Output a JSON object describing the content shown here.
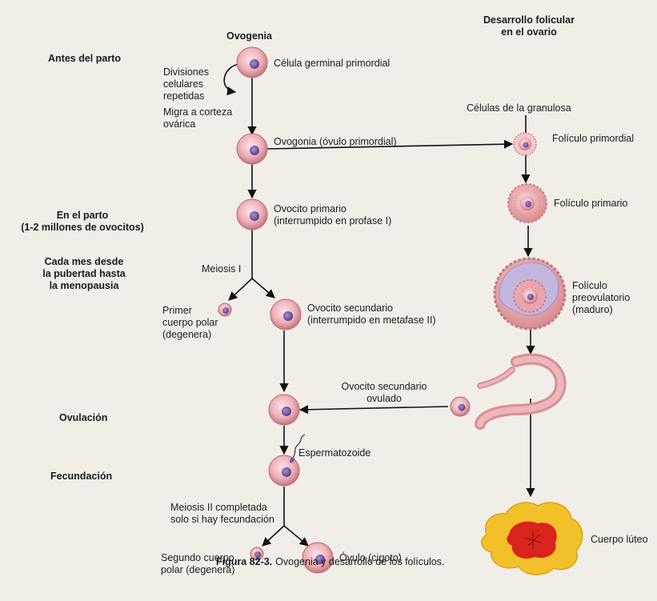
{
  "headers": {
    "ovogenia": "Ovogenia",
    "follicular": "Desarrollo folicular\nen el ovario"
  },
  "stages": {
    "before_birth": "Antes del parto",
    "at_birth": "En el parto\n(1-2 millones de ovocitos)",
    "monthly": "Cada mes desde\nla pubertad hasta\nla menopausia",
    "ovulation": "Ovulación",
    "fertilization": "Fecundación"
  },
  "labels": {
    "primordial_germ_cell": "Célula germinal primordial",
    "repeated_divisions": "Divisiones\ncelulares\nrepetidas",
    "migrates": "Migra a corteza\novárica",
    "oogonia": "Ovogonia (óvulo primordial)",
    "primary_oocyte": "Ovocito primario\n(interrumpido en profase I)",
    "meiosis_1": "Meiosis I",
    "first_polar_body": "Primer\ncuerpo polar\n(degenera)",
    "secondary_oocyte": "Ovocito secundario\n(interrumpido en metafase II)",
    "ovulated_oocyte": "Ovocito secundario\novulado",
    "sperm": "Espermatozoide",
    "meiosis_2": "Meiosis II completada\nsolo si hay fecundación",
    "second_polar_body": "Segundo cuerpo\npolar (degenera)",
    "ovum": "Óvulo (cigoto)",
    "granulosa_cells": "Células de la granulosa",
    "primordial_follicle": "Folículo primordial",
    "primary_follicle": "Folículo primario",
    "preovulatory_follicle": "Folículo\npreovulatorio\n(maduro)",
    "corpus_luteum": "Cuerpo lúteo"
  },
  "caption": {
    "figure": "Figura 82-3.",
    "text": "Ovogenia y desarrollo de los folículos."
  },
  "colors": {
    "background": "#f1eee8",
    "cell_pink": "#e9a6ae",
    "nucleus_purple": "#6a4f9c",
    "corpus_luteum_yellow": "#f2c12a",
    "corpus_luteum_red": "#d8241c"
  }
}
